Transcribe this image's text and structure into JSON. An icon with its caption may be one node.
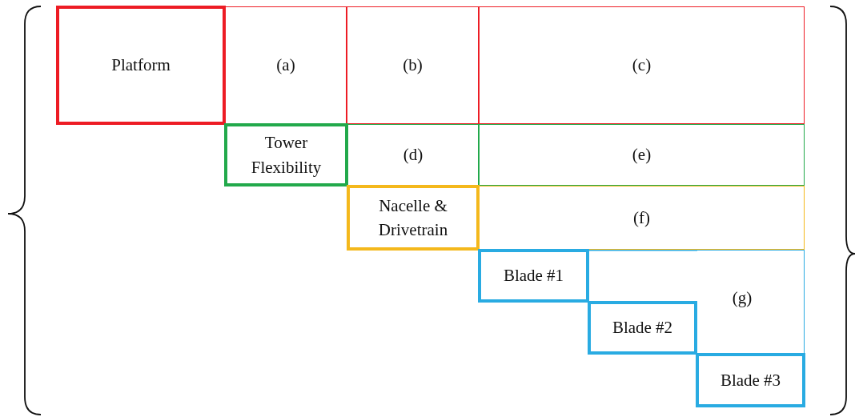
{
  "diagram": {
    "nodes": [
      {
        "text": [
          "Platform"
        ]
      },
      {
        "text": [
          "(a)"
        ]
      },
      {
        "text": [
          "(b)"
        ]
      },
      {
        "text": [
          "(c)"
        ]
      },
      {
        "text": [
          "Tower Flexibility"
        ]
      },
      {
        "text": [
          "(d)"
        ]
      },
      {
        "text": [
          "(e)"
        ]
      },
      {
        "text": [
          "Nacelle & Drivetrain"
        ]
      },
      {
        "text": [
          "(f)"
        ]
      },
      {
        "text": [
          "Blade #1"
        ]
      },
      {
        "text": [
          "(g)"
        ]
      },
      {
        "text": [
          "Blade #2"
        ]
      },
      {
        "text": [
          "Blade #3"
        ]
      }
    ]
  }
}
